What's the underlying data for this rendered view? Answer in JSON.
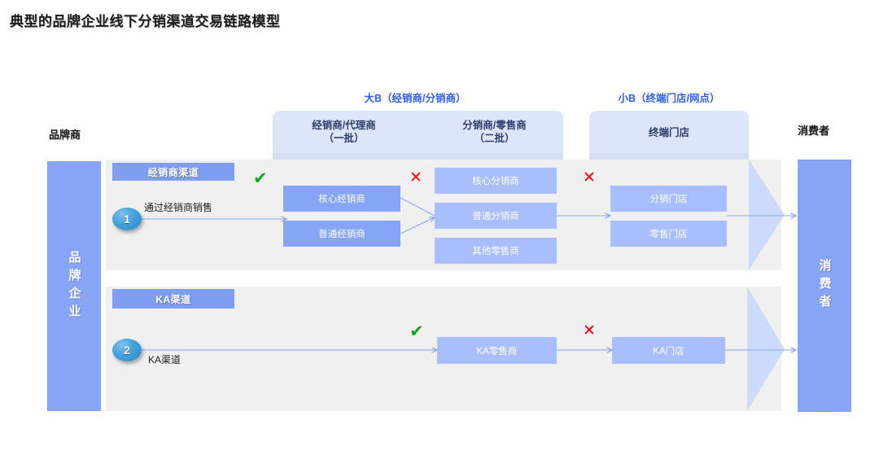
{
  "title": "典型的品牌企业线下分销渠道交易链路模型",
  "group_labels": [
    {
      "name": "bigB",
      "text": "大B（经销商/分销商）"
    },
    {
      "name": "smallB",
      "text": "小B（终端门店/网点）"
    }
  ],
  "column_headers": [
    {
      "name": "dealer-agent",
      "line1": "经销商/代理商",
      "line2": "（一批）"
    },
    {
      "name": "distributor-retailer",
      "line1": "分销商/零售商",
      "line2": "（二批）"
    },
    {
      "name": "terminal-store",
      "line1": "终端门店",
      "line2": ""
    }
  ],
  "ends": {
    "left_label": "品牌商",
    "left_bar": "品牌企业",
    "right_label": "消费者",
    "right_bar": "消费者"
  },
  "rows": [
    {
      "name": "dealer-channel",
      "banner": "经销商渠道",
      "step": "1",
      "flow_text": "通过经销商销售",
      "nodes": [
        {
          "name": "core-dealer",
          "label": "核心经销商",
          "tone": "dark"
        },
        {
          "name": "normal-dealer",
          "label": "普通经销商",
          "tone": "dark"
        },
        {
          "name": "core-distributor",
          "label": "核心分销商",
          "tone": "light"
        },
        {
          "name": "normal-distributor",
          "label": "普通分销商",
          "tone": "light"
        },
        {
          "name": "other-retailer",
          "label": "其他零售商",
          "tone": "light"
        },
        {
          "name": "distribution-store",
          "label": "分销门店",
          "tone": "light"
        },
        {
          "name": "retail-store",
          "label": "零售门店",
          "tone": "light"
        }
      ],
      "marks": [
        {
          "name": "check-dealer-entry",
          "glyph": "✔",
          "type": "check"
        },
        {
          "name": "cross-dealer-to-distributor",
          "glyph": "✕",
          "type": "cross"
        },
        {
          "name": "cross-distributor-to-store",
          "glyph": "✕",
          "type": "cross"
        }
      ]
    },
    {
      "name": "ka-channel",
      "banner": "KA渠道",
      "step": "2",
      "flow_text": "KA渠道",
      "nodes": [
        {
          "name": "ka-retailer",
          "label": "KA零售商",
          "tone": "mid"
        },
        {
          "name": "ka-store",
          "label": "KA门店",
          "tone": "mid"
        }
      ],
      "marks": [
        {
          "name": "check-ka-retailer",
          "glyph": "✔",
          "type": "check"
        },
        {
          "name": "cross-ka-to-store",
          "glyph": "✕",
          "type": "cross"
        }
      ]
    }
  ],
  "colors": {
    "accent_blue": "#2e5fe8",
    "panel_light": "#dde6f9",
    "panel_mid": "#d5def2",
    "node_dark": "#86a5f7",
    "node_light": "#a9beff",
    "bar_blue": "#87a4f5",
    "row_bg": "#f0f0f0",
    "check_green": "#16a31f",
    "cross_red": "#f50000"
  }
}
